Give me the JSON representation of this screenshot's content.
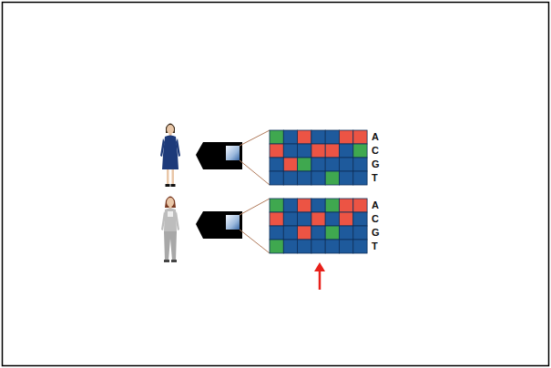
{
  "diagram": {
    "labels": [
      "A",
      "C",
      "G",
      "T",
      "A",
      "C",
      "G",
      "T"
    ]
  }
}
